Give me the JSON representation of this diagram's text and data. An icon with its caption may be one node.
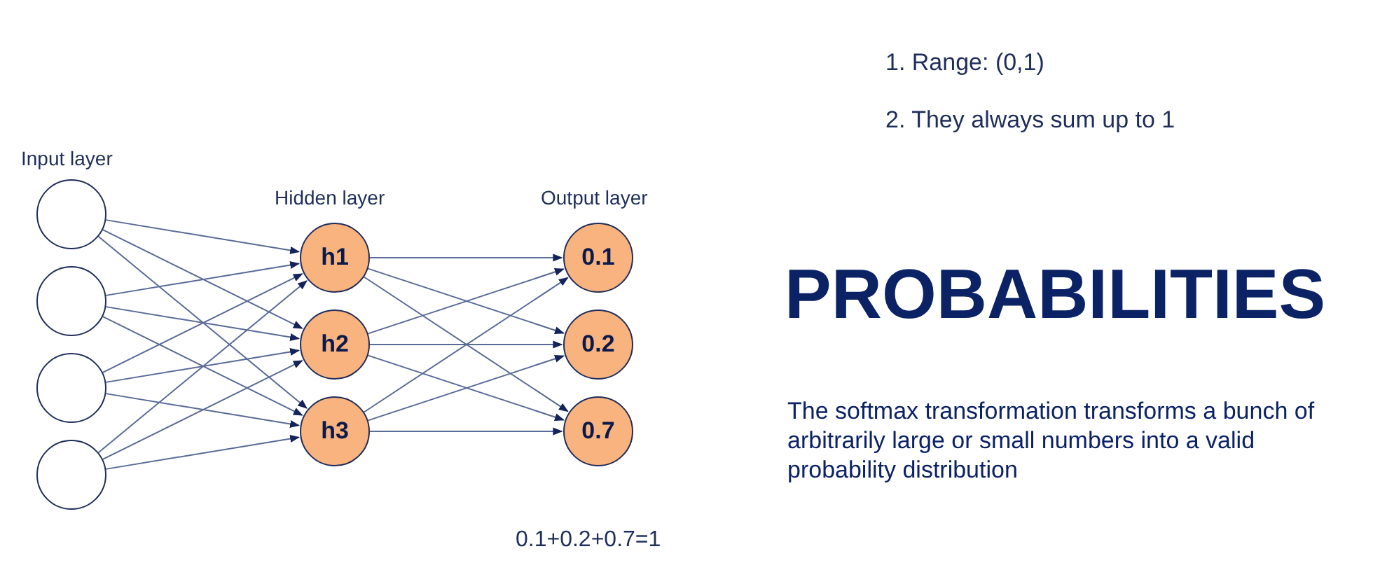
{
  "diagram": {
    "title": "PROBABILITIES",
    "nodes": [
      {
        "text": [],
        "shape": "circle"
      },
      {
        "text": [],
        "shape": "circle"
      },
      {
        "text": [],
        "shape": "circle"
      },
      {
        "text": [],
        "shape": "circle"
      },
      {
        "text": [
          "h1"
        ]
      },
      {
        "text": [
          "h2"
        ]
      },
      {
        "text": [
          "h3"
        ]
      },
      {
        "text": [
          "0.1"
        ]
      },
      {
        "text": [
          "0.2"
        ]
      },
      {
        "text": [
          "0.7"
        ]
      }
    ],
    "edges": [
      {
        "from": 0,
        "to": 4,
        "arrow": "to"
      },
      {
        "from": 0,
        "to": 5,
        "arrow": "to"
      },
      {
        "from": 0,
        "to": 6,
        "arrow": "to"
      },
      {
        "from": 1,
        "to": 4,
        "arrow": "to"
      },
      {
        "from": 1,
        "to": 5,
        "arrow": "to"
      },
      {
        "from": 1,
        "to": 6,
        "arrow": "to"
      },
      {
        "from": 2,
        "to": 4,
        "arrow": "to"
      },
      {
        "from": 2,
        "to": 5,
        "arrow": "to"
      },
      {
        "from": 2,
        "to": 6,
        "arrow": "to"
      },
      {
        "from": 3,
        "to": 4,
        "arrow": "to"
      },
      {
        "from": 3,
        "to": 5,
        "arrow": "to"
      },
      {
        "from": 3,
        "to": 6,
        "arrow": "to"
      },
      {
        "from": 4,
        "to": 7,
        "arrow": "to"
      },
      {
        "from": 4,
        "to": 8,
        "arrow": "to"
      },
      {
        "from": 4,
        "to": 9,
        "arrow": "to"
      },
      {
        "from": 5,
        "to": 7,
        "arrow": "to"
      },
      {
        "from": 5,
        "to": 8,
        "arrow": "to"
      },
      {
        "from": 5,
        "to": 9,
        "arrow": "to"
      },
      {
        "from": 6,
        "to": 7,
        "arrow": "to"
      },
      {
        "from": 6,
        "to": 8,
        "arrow": "to"
      },
      {
        "from": 6,
        "to": 9,
        "arrow": "to"
      }
    ],
    "labels": [
      "1. Range: (0,1)",
      "2. They always sum up to 1",
      "Input layer",
      "Hidden layer",
      "Output layer",
      "The softmax transformation transforms a bunch of arbitrarily large or small numbers into a valid probability distribution",
      "0.1+0.2+0.7=1"
    ]
  }
}
